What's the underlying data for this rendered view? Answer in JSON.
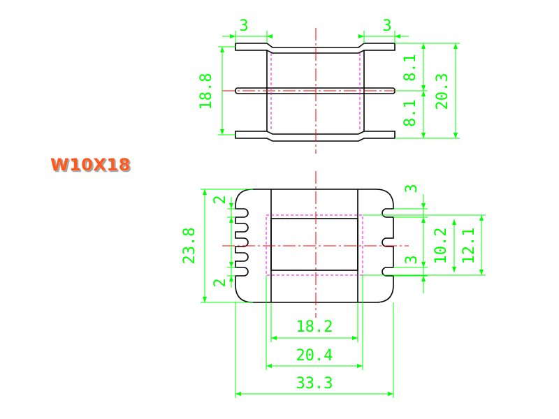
{
  "title": "W10X18",
  "colors": {
    "outline": "#000000",
    "dimension": "#00ff00",
    "centerline": "#ff0000",
    "hidden": "#ff00ff",
    "title": "#ff5a1e"
  },
  "top_view": {
    "flange_width_left": "3",
    "flange_width_right": "3",
    "overall_height_left": "18.8",
    "upper_section": "8.1",
    "lower_section": "8.1",
    "overall_height_right": "20.3"
  },
  "front_view": {
    "overall_height": "23.8",
    "slot_top_gap": "2",
    "slot_bottom_gap": "2",
    "slot_pitch_top": "3",
    "slot_pitch_bottom": "3",
    "inner_height": "10.2",
    "outer_height": "12.1",
    "core_width": "18.2",
    "inner_width": "20.4",
    "overall_width": "33.3"
  }
}
